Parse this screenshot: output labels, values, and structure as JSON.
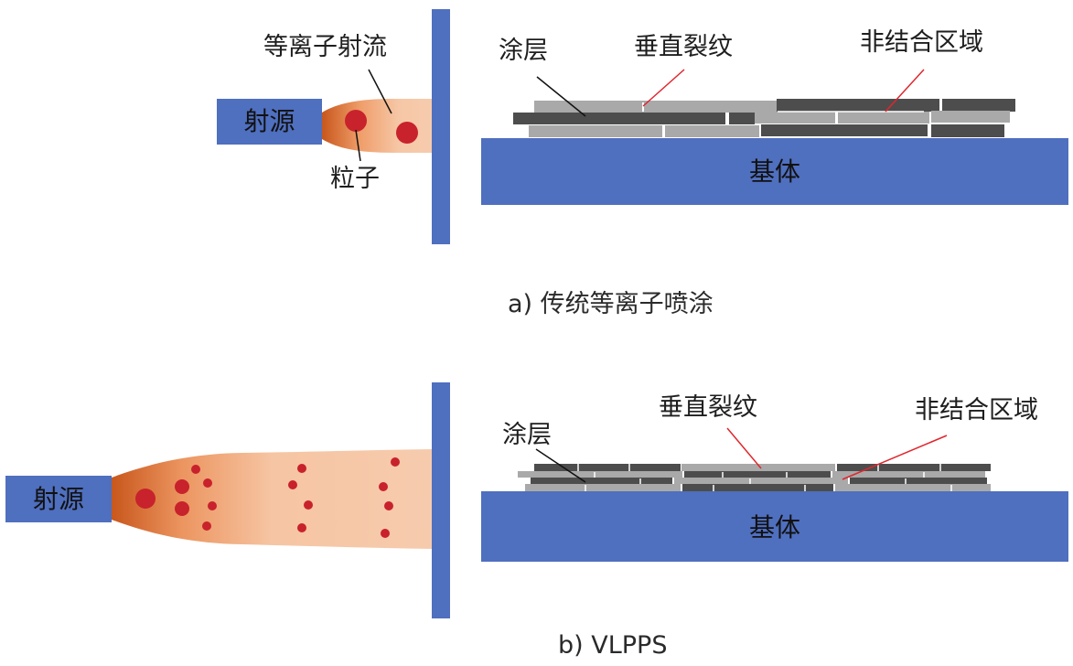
{
  "panel_a": {
    "source_label": "射源",
    "jet_label": "等离子射流",
    "particle_label": "粒子",
    "coating_label": "涂层",
    "crack_label": "垂直裂纹",
    "unbonded_label": "非结合区域",
    "substrate_label": "基体",
    "caption": "a) 传统等离子喷涂"
  },
  "panel_b": {
    "source_label": "射源",
    "coating_label": "涂层",
    "crack_label": "垂直裂纹",
    "unbonded_label": "非结合区域",
    "substrate_label": "基体",
    "caption": "b) VLPPS"
  },
  "colors": {
    "blue": "#4f6fbf",
    "particle": "#c8222c",
    "plume_light": "#f6c7a6",
    "plume_dark": "#c8571c",
    "splat_dark": "#4d4d4d",
    "splat_light": "#a9a9a9",
    "pointer_red": "#e0262d"
  }
}
